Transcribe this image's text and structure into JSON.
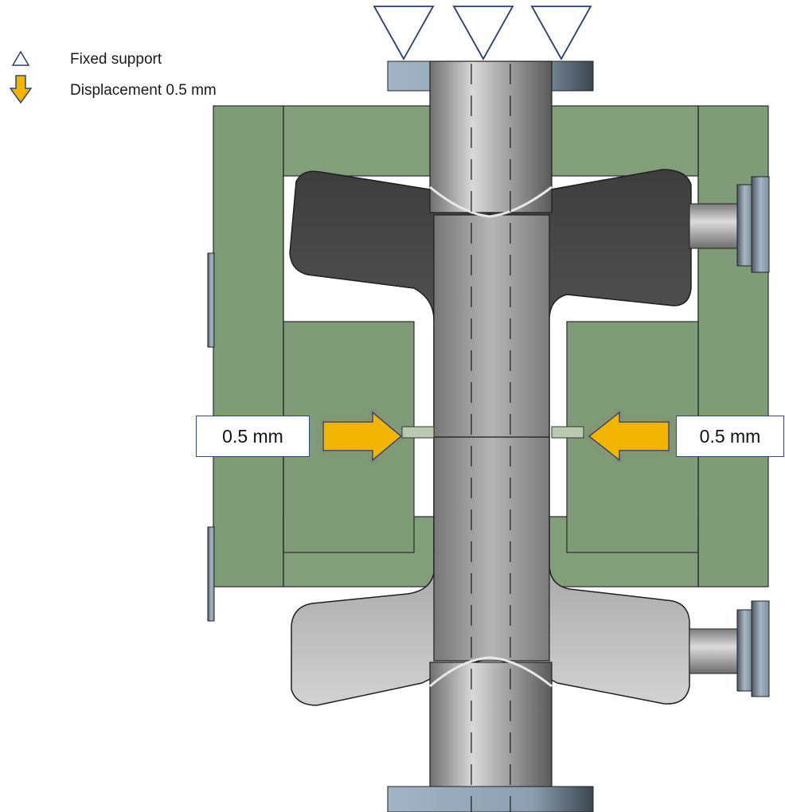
{
  "legend": {
    "fixed_support": "Fixed support",
    "displacement": "Displacement 0.5 mm"
  },
  "callouts": {
    "left": "0.5 mm",
    "right": "0.5 mm"
  },
  "icons": {
    "fixed_support": "triangle-outline-icon",
    "displacement": "arrow-down-icon",
    "load_arrow": "arrow-right-icon"
  },
  "colors": {
    "frame_green": "#809b78",
    "casting_grey": "#8c8c8c",
    "flange_blue": "#9fb0bf",
    "support_outline": "#2a3f6e",
    "arrow_fill": "#f3b400",
    "arrow_outline": "#2a4a7a"
  }
}
